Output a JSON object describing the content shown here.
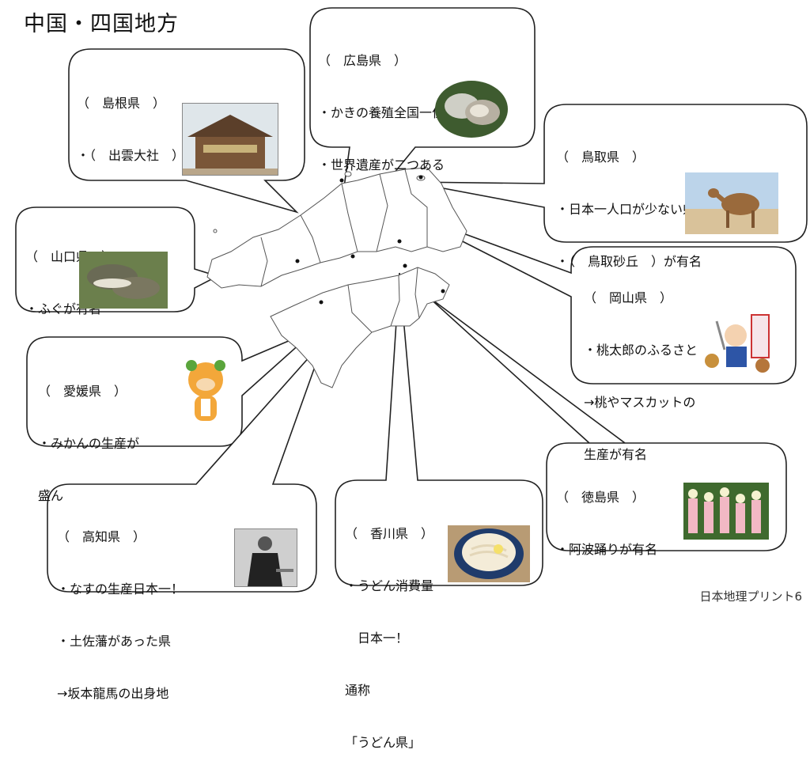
{
  "title": "中国・四国地方",
  "footer": "日本地理プリント6",
  "prefectures": {
    "shimane": {
      "lines": [
        "（　島根県　）",
        "・（　出雲大社　）が有名"
      ],
      "image": "shrine-photo"
    },
    "hiroshima": {
      "lines": [
        "（　広島県　）",
        "・かきの養殖全国一位！",
        "・世界遺産が二つある"
      ],
      "image": "oyster-photo"
    },
    "tottori": {
      "lines": [
        "（　鳥取県　）",
        "・日本一人口が少ない県！",
        "・（　鳥取砂丘　）が有名"
      ],
      "image": "camel-photo"
    },
    "yamaguchi": {
      "lines": [
        "（　山口県　）",
        "・ふぐが有名"
      ],
      "image": "pufferfish-photo"
    },
    "okayama": {
      "lines": [
        "（　岡山県　）",
        "・桃太郎のふるさと",
        "→桃やマスカットの",
        "生産が有名"
      ],
      "image": "momotaro-illustration"
    },
    "ehime": {
      "lines": [
        "（　愛媛県　）",
        "・みかんの生産が",
        "盛ん"
      ],
      "image": "mascot-illustration"
    },
    "tokushima": {
      "lines": [
        "（　徳島県　）",
        "・阿波踊りが有名"
      ],
      "image": "awa-dance-photo"
    },
    "kochi": {
      "lines": [
        "（　高知県　）",
        "・なすの生産日本一！",
        "・土佐藩があった県",
        "→坂本龍馬の出身地"
      ],
      "image": "ryoma-portrait"
    },
    "kagawa": {
      "lines": [
        "（　香川県　）",
        "・うどん消費量",
        "　日本一！",
        "通称",
        "「うどん県」"
      ],
      "image": "udon-photo"
    }
  }
}
